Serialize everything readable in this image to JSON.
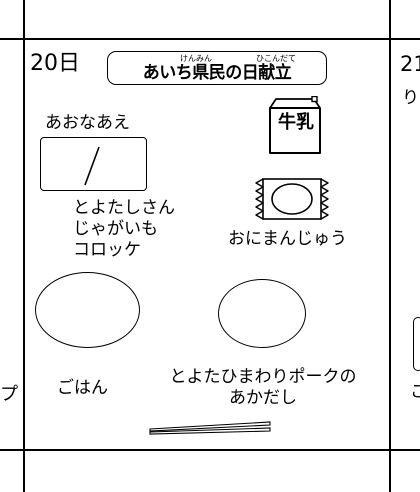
{
  "day": {
    "label": "20日"
  },
  "title": {
    "text": "あいち県民の日献立",
    "ruby_left": "けんみん",
    "ruby_right": "ひこんだて"
  },
  "edge": {
    "right_top": "21",
    "right_char": "り",
    "left_char": "プ",
    "right_bottom_char": "こ"
  },
  "milk": {
    "label": "牛乳"
  },
  "foods": {
    "aonaae": "あおなあえ",
    "korokke": [
      "とよたしさん",
      "じゃがいも",
      "コロッケ"
    ],
    "manju": "おにまんじゅう",
    "gohan": "ごはん",
    "akadashi": [
      "とよたひまわりポークの",
      "あかだし"
    ]
  }
}
